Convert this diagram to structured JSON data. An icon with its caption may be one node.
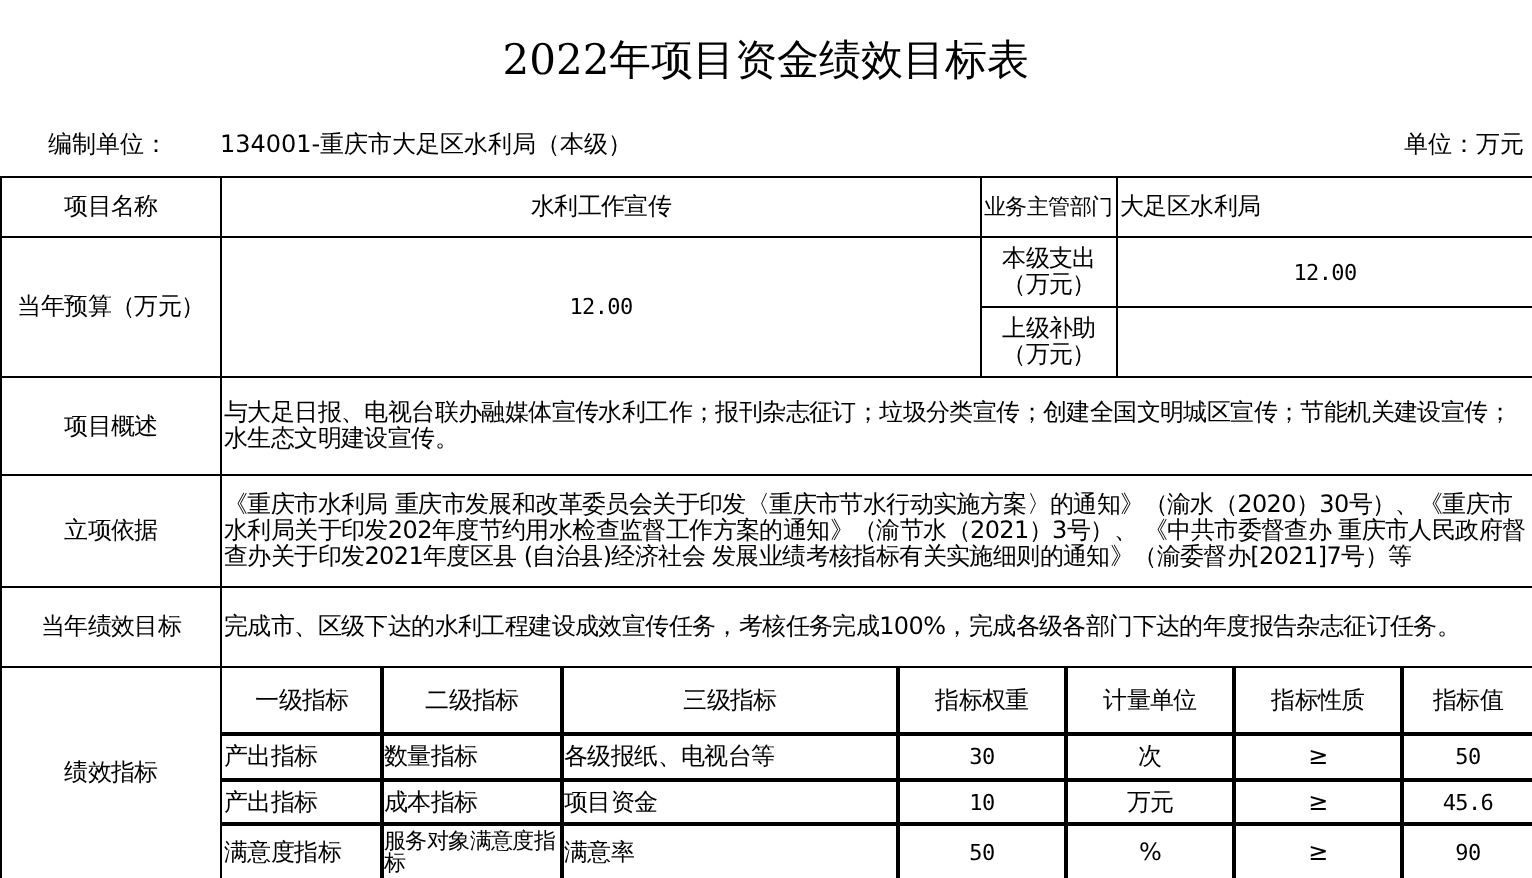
{
  "diagram": {
    "title": "2022年项目资金绩效目标表",
    "labels": [
      "编制单位：",
      "134001-重庆市大足区水利局（本级）",
      "单位：万元",
      "项目名称",
      "水利工作宣传",
      "业务主管部门",
      "大足区水利局",
      "当年预算（万元）",
      "12.00",
      "本级支出（万元）",
      "12.00",
      "上级补助（万元）",
      "项目概述",
      "与大足日报、电视台联办融媒体宣传水利工作；报刊杂志征订；垃圾分类宣传；创建全国文明城区宣传；节能机关建设宣传；水生态文明建设宣传。",
      "立项依据",
      "《重庆市水利局 重庆市发展和改革委员会关于印发〈重庆市节水行动实施方案〉的通知》（渝水（2020）30号）、《重庆市水利局关于印发202年度节约用水检查监督工作方案的通知》（渝节水（2021）3号）、 《中共市委督查办 重庆市人民政府督查办关于印发2021年度区县 (自治县)经济社会 发展业绩考核指标有关实施细则的通知》（渝委督办[2021]7号）等",
      "当年绩效目标",
      "完成市、区级下达的水利工程建设成效宣传任务，考核任务完成100%，完成各级各部门下达的年度报告杂志征订任务。",
      "绩效指标",
      "一级指标",
      "二级指标",
      "三级指标",
      "指标权重",
      "计量单位",
      "指标性质",
      "指标值",
      "产出指标",
      "数量指标",
      "各级报纸、电视台等",
      "30",
      "次",
      "≥",
      "50",
      "产出指标",
      "成本指标",
      "项目资金",
      "10",
      "万元",
      "≥",
      "45.6",
      "满意度指标",
      "服务对象满意度指标",
      "满意率",
      "50",
      "%",
      "≥",
      "90"
    ]
  }
}
